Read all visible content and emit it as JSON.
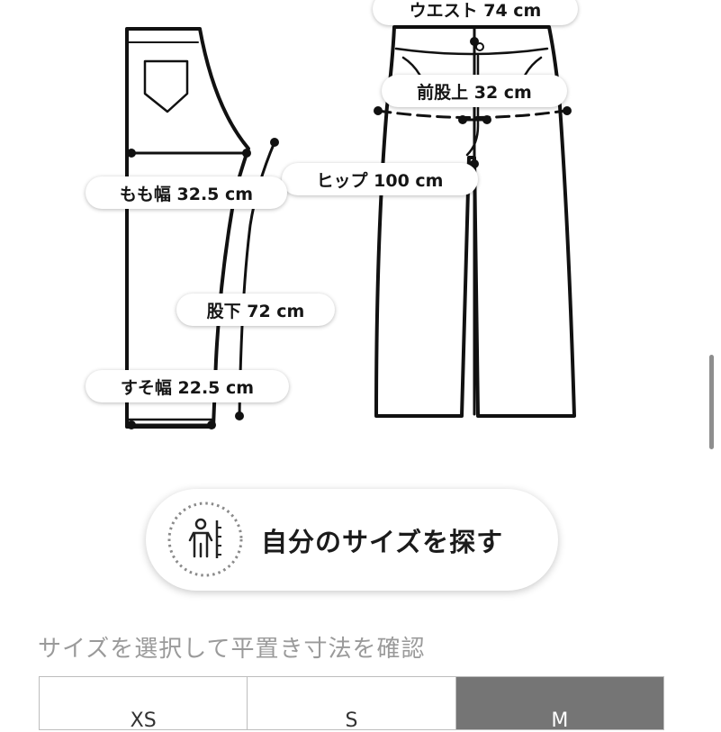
{
  "diagram": {
    "measurements": {
      "waist": "ウエスト 74 cm",
      "front_rise": "前股上 32 cm",
      "hip": "ヒップ 100 cm",
      "thigh": "もも幅 32.5 cm",
      "inseam": "股下 72 cm",
      "hem": "すそ幅 22.5 cm"
    }
  },
  "find_size": {
    "label": "自分のサイズを探す",
    "icon": "person-measure-icon"
  },
  "size_selector": {
    "caption": "サイズを選択して平置き寸法を確認",
    "options": [
      "XS",
      "S",
      "M"
    ],
    "selected": "M"
  },
  "colors": {
    "selected_tab": "#757575",
    "line": "#111111",
    "caption": "#9a9a9a"
  }
}
